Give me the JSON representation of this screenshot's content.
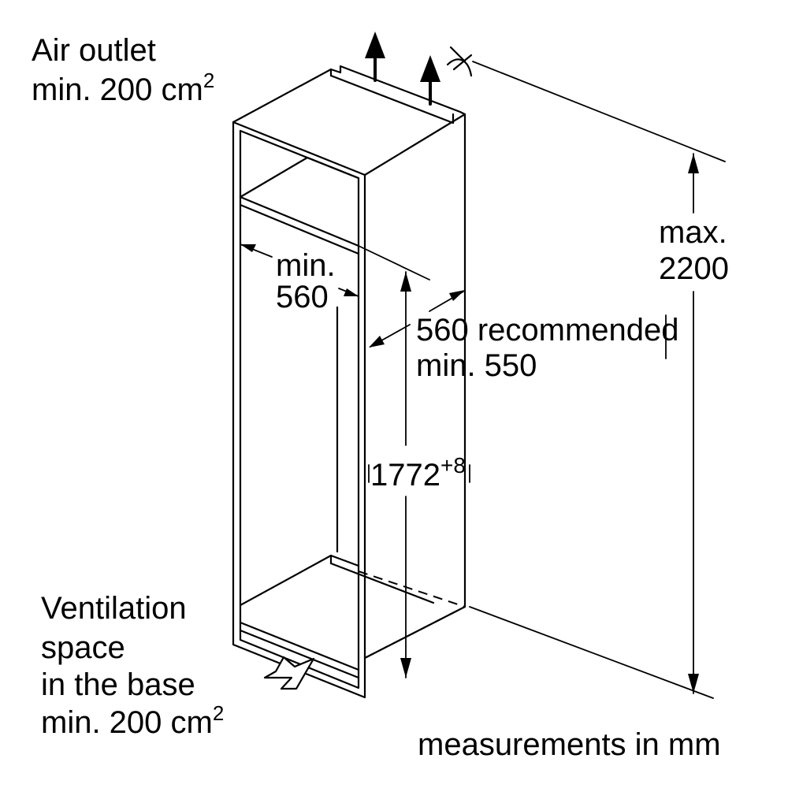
{
  "labels": {
    "air_outlet_line1": "Air outlet",
    "air_outlet_line2": "min. 200 cm",
    "air_outlet_sup": "2",
    "ventilation_line1": "Ventilation",
    "ventilation_line2": "space",
    "ventilation_line3": "in the base",
    "ventilation_line4": "min. 200 cm",
    "ventilation_sup": "2",
    "width_line1": "min.",
    "width_line2": "560",
    "depth_line1": "560 recommended",
    "depth_line2": "min. 550",
    "niche_height": "1772",
    "niche_height_tol": "+8",
    "max_height_line1": "max.",
    "max_height_line2": "2200",
    "units_note": "measurements in mm"
  }
}
